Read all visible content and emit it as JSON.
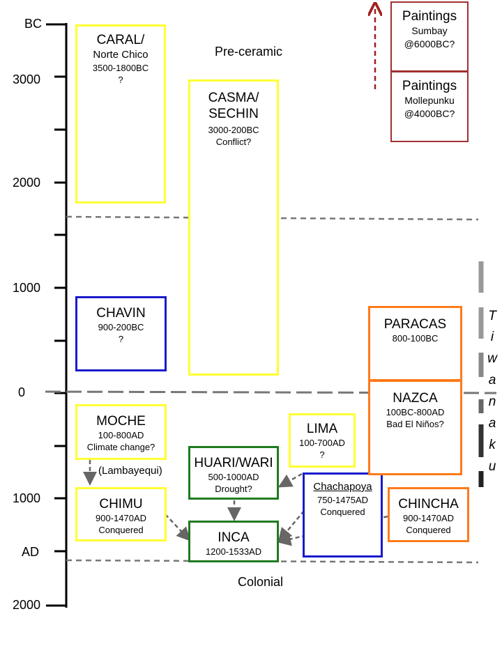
{
  "axis": {
    "labels": [
      {
        "key": "bc",
        "text": "BC"
      },
      {
        "key": "y3000",
        "text": "3000"
      },
      {
        "key": "y2000bc",
        "text": "2000"
      },
      {
        "key": "y1000bc",
        "text": "1000"
      },
      {
        "key": "zero",
        "text": "0"
      },
      {
        "key": "y1000ad",
        "text": "1000"
      },
      {
        "key": "ad",
        "text": "AD"
      },
      {
        "key": "y2000ad",
        "text": "2000"
      }
    ]
  },
  "eras": {
    "preceramic": "Pre-ceramic",
    "colonial": "Colonial"
  },
  "cultures": {
    "caral": {
      "name1": "CARAL/",
      "name2": "Norte Chico",
      "dates": "3500-1800BC",
      "note": "?"
    },
    "casma": {
      "name1": "CASMA/",
      "name2": "SECHIN",
      "dates": "3000-200BC",
      "note": "Conflict?"
    },
    "chavin": {
      "name1": "CHAVIN",
      "dates": "900-200BC",
      "note": "?"
    },
    "moche": {
      "name1": "MOCHE",
      "dates": "100-800AD",
      "note": "Climate change?"
    },
    "lambayequi": "(Lambayequi)",
    "chimu": {
      "name1": "CHIMU",
      "dates": "900-1470AD",
      "note": "Conquered"
    },
    "huari": {
      "name1": "HUARI/WARI",
      "dates": "500-1000AD",
      "note": "Drought?"
    },
    "inca": {
      "name1": "INCA",
      "dates": "1200-1533AD"
    },
    "lima": {
      "name1": "LIMA",
      "dates": "100-700AD",
      "note": "?"
    },
    "chachapoya": {
      "name1": "Chachapoya",
      "dates": "750-1475AD",
      "note": "Conquered"
    },
    "chincha": {
      "name1": "CHINCHA",
      "dates": "900-1470AD",
      "note": "Conquered"
    },
    "paracas": {
      "name1": "PARACAS",
      "dates": "800-100BC"
    },
    "nazca": {
      "name1": "NAZCA",
      "dates": "100BC-800AD",
      "note": "Bad El Niños?"
    },
    "paintings1": {
      "name1": "Paintings",
      "name2": "Sumbay",
      "dates": "@6000BC?"
    },
    "paintings2": {
      "name1": "Paintings",
      "name2": "Mollepunku",
      "dates": "@4000BC?"
    }
  },
  "tiwanaku": [
    "T",
    "i",
    "w",
    "a",
    "n",
    "a",
    "k",
    "u"
  ],
  "colors": {
    "yellow": "#ffff33",
    "blue": "#1a1acc",
    "green": "#1f7a1f",
    "orange": "#ff7a1a",
    "maroon": "#a03030",
    "dashed": "#777777"
  }
}
